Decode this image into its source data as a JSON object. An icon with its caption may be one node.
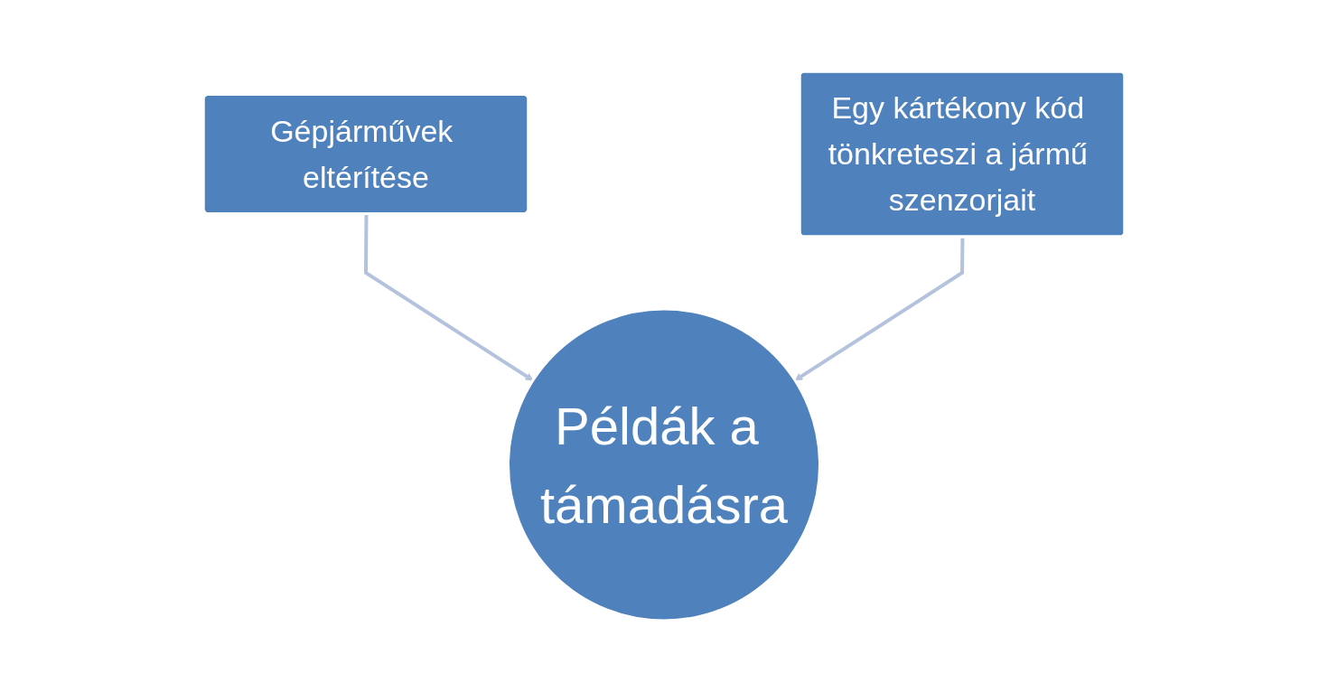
{
  "diagram": {
    "nodes": [
      {
        "text": [
          "Gépjárművek eltérítése"
        ]
      },
      {
        "text": [
          "Egy kártékony kód tönkreteszi a jármű szenzorjait"
        ]
      },
      {
        "text": [
          "Példák a támadásra"
        ]
      }
    ],
    "edges": [
      {
        "from": 0,
        "to": 2,
        "arrow": "to"
      },
      {
        "from": 1,
        "to": 2,
        "arrow": "to"
      }
    ]
  }
}
